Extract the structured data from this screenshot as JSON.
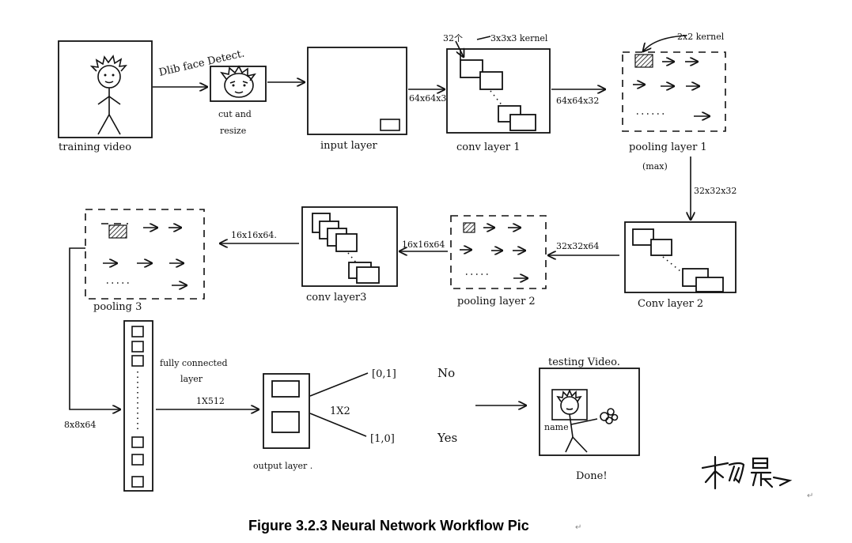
{
  "labels": {
    "training_video": "training video",
    "dlib": "Dlib face Detect.",
    "cut_resize_1": "cut and",
    "cut_resize_2": "resize",
    "input_layer": "input layer",
    "dim_64x64x3": "64x64x3",
    "num_32": "32个",
    "kernel_3x3x3": "3x3x3 kernel",
    "conv_layer_1": "conv layer 1",
    "dim_64x64x32": "64x64x32",
    "kernel_2x2": "2x2 kernel",
    "pooling_layer_1": "pooling layer 1",
    "max": "(max)",
    "dim_32x32x32": "32x32x32",
    "conv_layer_2": "Conv layer 2",
    "dim_32x32x64": "32x32x64",
    "pooling_layer_2": "pooling layer 2",
    "dim_16x16x64_a": "16x16x64",
    "conv_layer_3": "conv layer3",
    "dim_16x16x64_b": "16x16x64.",
    "pooling_3": "pooling 3",
    "dim_8x8x64": "8x8x64",
    "fully_connected_1": "fully connected",
    "fully_connected_2": "layer",
    "dim_1x512": "1X512",
    "dim_1x2": "1X2",
    "output_layer": "output layer .",
    "out_01": "[0,1]",
    "no": "No",
    "out_10": "[1,0]",
    "yes": "Yes",
    "testing_video": "testing Video.",
    "name": "name",
    "done": "Done!"
  },
  "caption": "Figure 3.2.3 Neural Network Workflow Pic",
  "return_mark": "↵"
}
